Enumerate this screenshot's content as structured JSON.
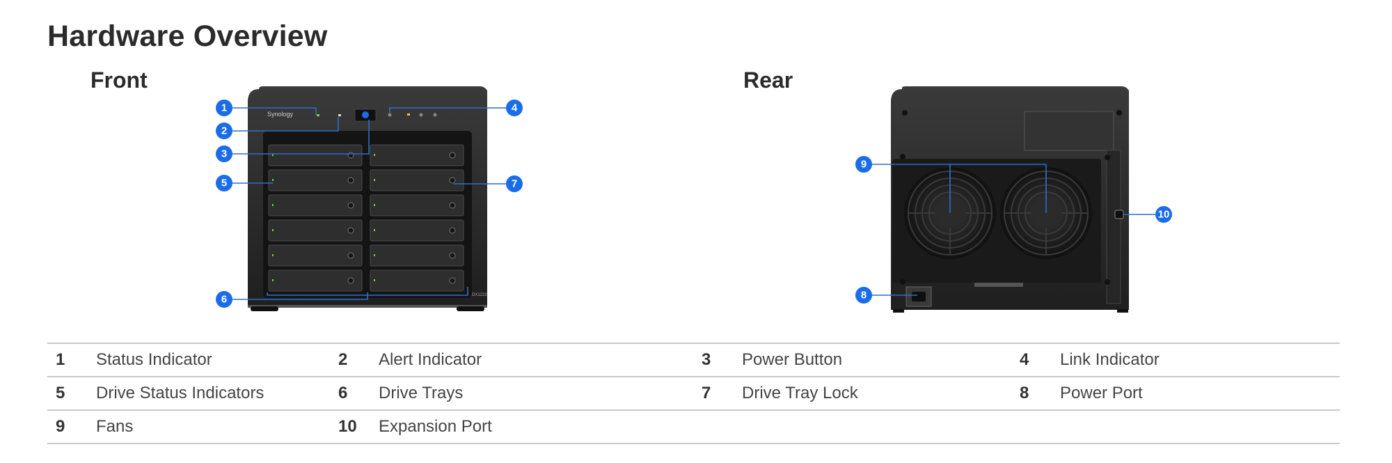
{
  "page": {
    "title": "Hardware Overview"
  },
  "sections": {
    "front_label": "Front",
    "rear_label": "Rear"
  },
  "device": {
    "brand": "Synology",
    "model": "DX1222"
  },
  "callouts": [
    "1",
    "2",
    "3",
    "4",
    "5",
    "6",
    "7",
    "8",
    "9",
    "10"
  ],
  "legend": {
    "rows": [
      [
        {
          "num": "1",
          "label": "Status Indicator"
        },
        {
          "num": "2",
          "label": "Alert Indicator"
        },
        {
          "num": "3",
          "label": "Power Button"
        },
        {
          "num": "4",
          "label": "Link Indicator"
        }
      ],
      [
        {
          "num": "5",
          "label": "Drive Status Indicators"
        },
        {
          "num": "6",
          "label": "Drive Trays"
        },
        {
          "num": "7",
          "label": "Drive Tray Lock"
        },
        {
          "num": "8",
          "label": "Power Port"
        }
      ],
      [
        {
          "num": "9",
          "label": "Fans"
        },
        {
          "num": "10",
          "label": "Expansion Port"
        },
        {
          "num": "",
          "label": ""
        },
        {
          "num": "",
          "label": ""
        }
      ]
    ]
  },
  "colors": {
    "accent": "#1a6ce8",
    "chassis": "#2a2a2a",
    "divider": "#c9c9c9",
    "text": "#333333"
  }
}
